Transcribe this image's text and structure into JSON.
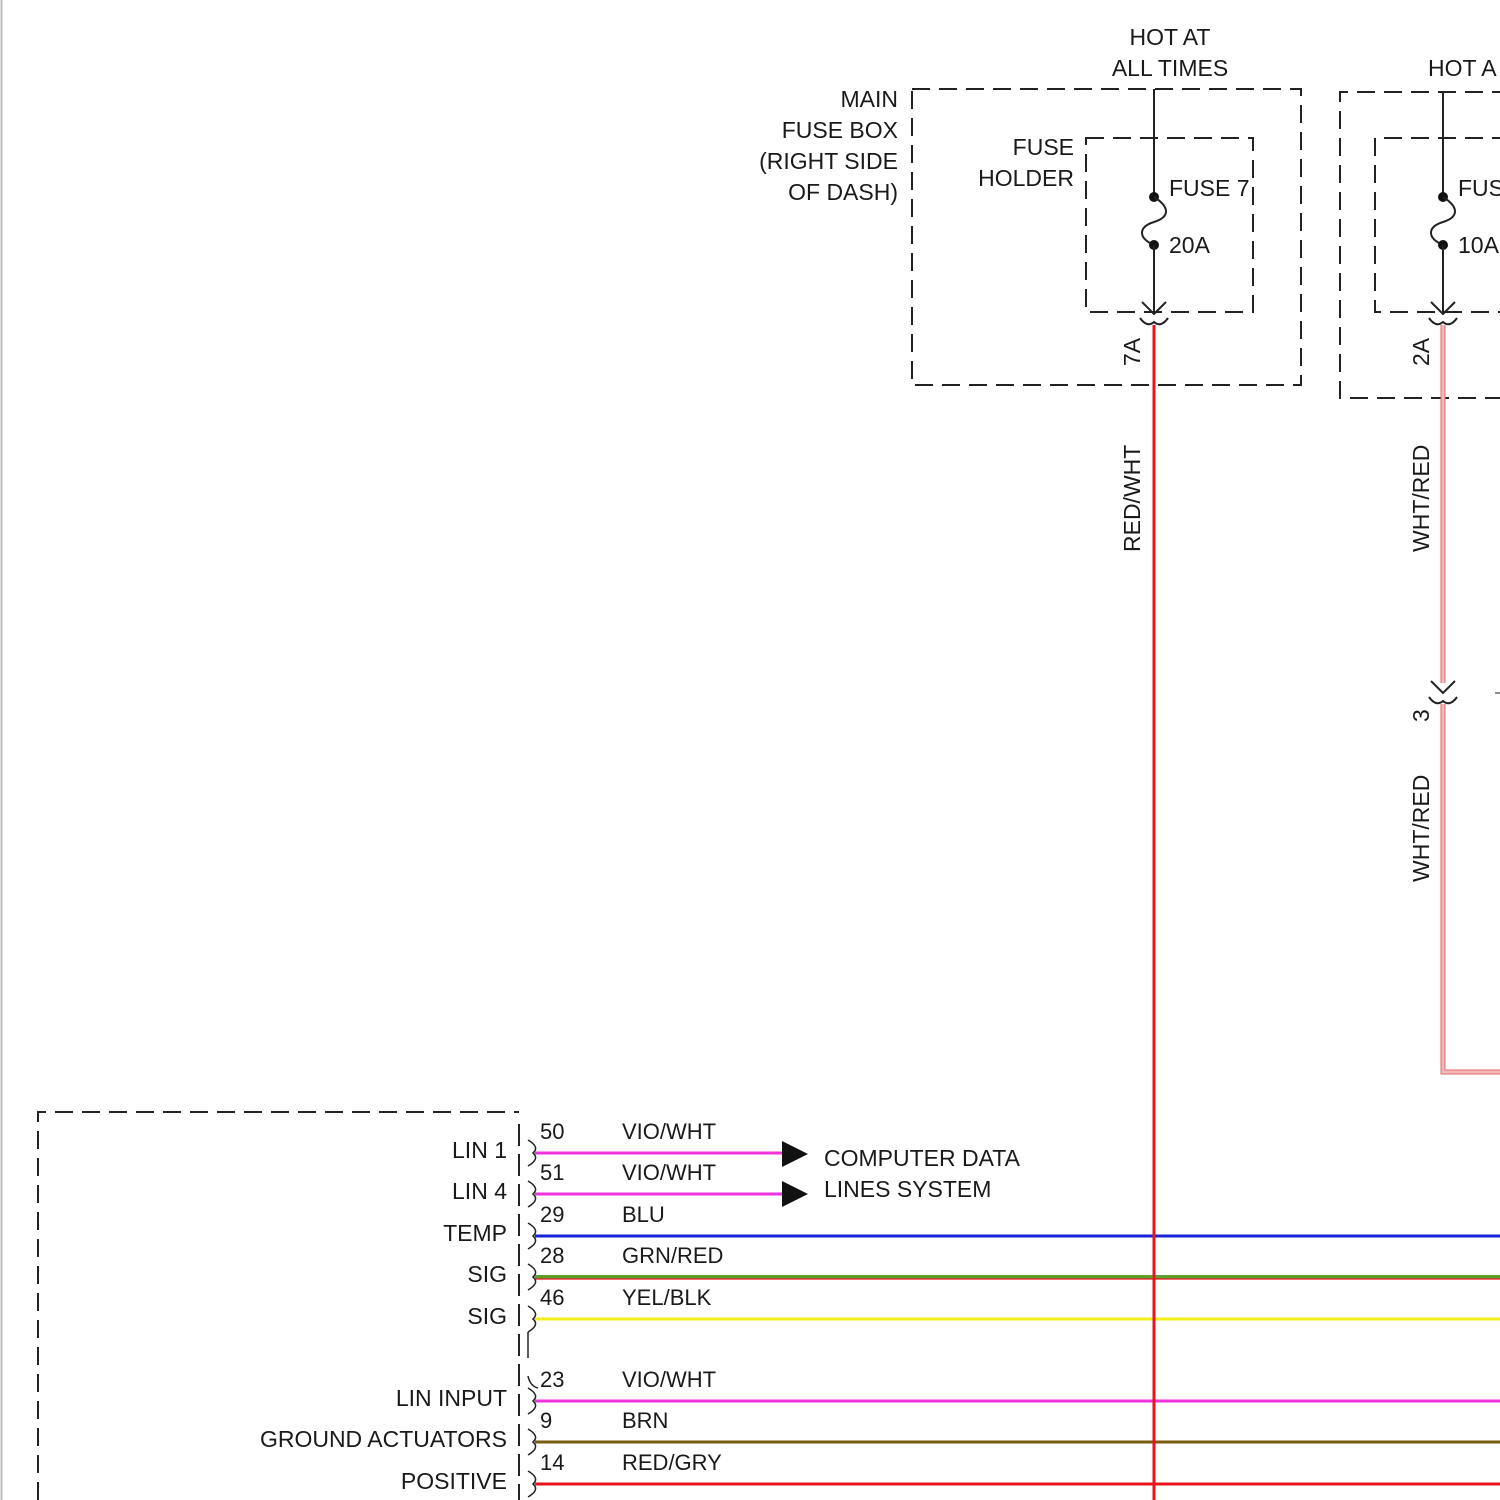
{
  "fuse_7_circuit": {
    "hot_label_line1": "HOT AT",
    "hot_label_line2": "ALL TIMES",
    "box_label": [
      "MAIN",
      "FUSE BOX",
      "(RIGHT SIDE",
      "OF DASH)"
    ],
    "holder_label": [
      "FUSE",
      "HOLDER"
    ],
    "fuse_name": "FUSE 7",
    "fuse_rating": "20A",
    "connector": "7A",
    "wire_color_label": "RED/WHT",
    "wire_color": "#e8141c"
  },
  "second_circuit": {
    "hot_label": "HOT A",
    "fuse_name": "FUS",
    "fuse_rating": "10A",
    "connector": "2A",
    "wire_color_label": "WHT/RED",
    "connector_2": "3",
    "wire_color_label_2": "WHT/RED",
    "wire_color": "#f4b8b8",
    "wire_edge_color": "#e06a6a"
  },
  "data_lines_label": [
    "COMPUTER DATA",
    "LINES SYSTEM"
  ],
  "module_pins": [
    {
      "function": "LIN 1",
      "pin": "50",
      "color_label": "VIO/WHT",
      "color": "#ee33dd",
      "stripe": null,
      "to_data_lines": true
    },
    {
      "function": "LIN 4",
      "pin": "51",
      "color_label": "VIO/WHT",
      "color": "#ee33dd",
      "stripe": null,
      "to_data_lines": true
    },
    {
      "function": "TEMP",
      "pin": "29",
      "color_label": "BLU",
      "color": "#1522d8",
      "stripe": null,
      "to_data_lines": false
    },
    {
      "function": "SIG",
      "pin": "28",
      "color_label": "GRN/RED",
      "color": "#5ea02e",
      "stripe": "#e8141c",
      "to_data_lines": false
    },
    {
      "function": "SIG",
      "pin": "46",
      "color_label": "YEL/BLK",
      "color": "#f2ee1a",
      "stripe": null,
      "to_data_lines": false
    },
    {
      "function": "LIN INPUT",
      "pin": "23",
      "color_label": "VIO/WHT",
      "color": "#ee33dd",
      "stripe": null,
      "to_data_lines": false
    },
    {
      "function": "GROUND ACTUATORS",
      "pin": "9",
      "color_label": "BRN",
      "color": "#7a5a10",
      "stripe": null,
      "to_data_lines": false
    },
    {
      "function": "POSITIVE",
      "pin": "14",
      "color_label": "RED/GRY",
      "color": "#e8141c",
      "stripe": null,
      "to_data_lines": false
    }
  ]
}
